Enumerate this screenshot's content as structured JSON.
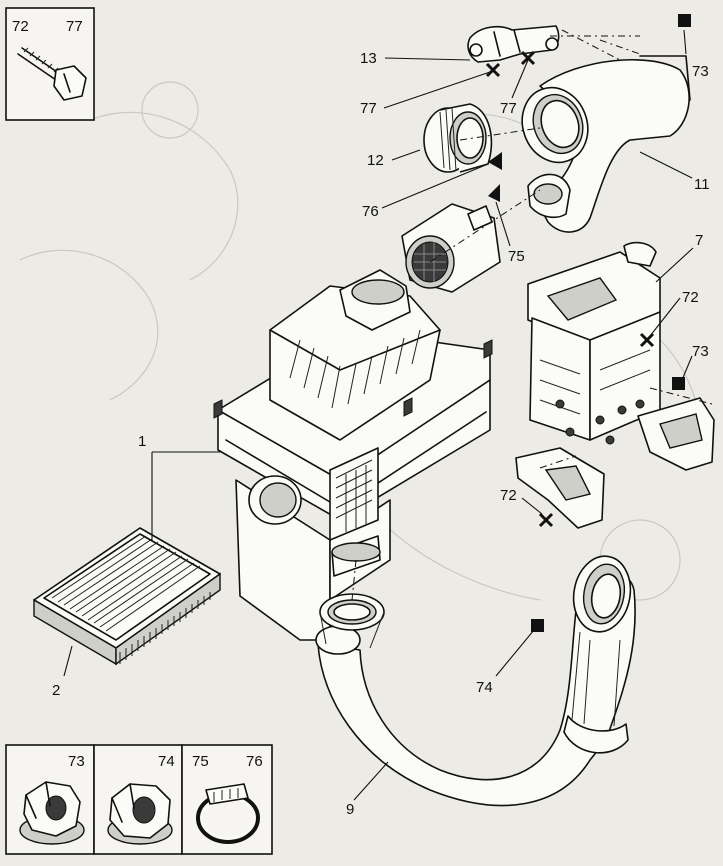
{
  "legend_top": {
    "codes": [
      "72",
      "77"
    ]
  },
  "legend_bottom": {
    "boxes": [
      {
        "codes": [
          "73"
        ]
      },
      {
        "codes": [
          "74"
        ]
      },
      {
        "codes": [
          "75",
          "76"
        ]
      }
    ]
  },
  "callouts": {
    "c1": "1",
    "c2": "2",
    "c7": "7",
    "c9": "9",
    "c11": "11",
    "c12": "12",
    "c13": "13",
    "c72_top": "72",
    "c72_bottom": "72",
    "c73_top": "73",
    "c73_mid": "73",
    "c74": "74",
    "c75": "75",
    "c76": "76",
    "c77_left": "77",
    "c77_right": "77"
  }
}
